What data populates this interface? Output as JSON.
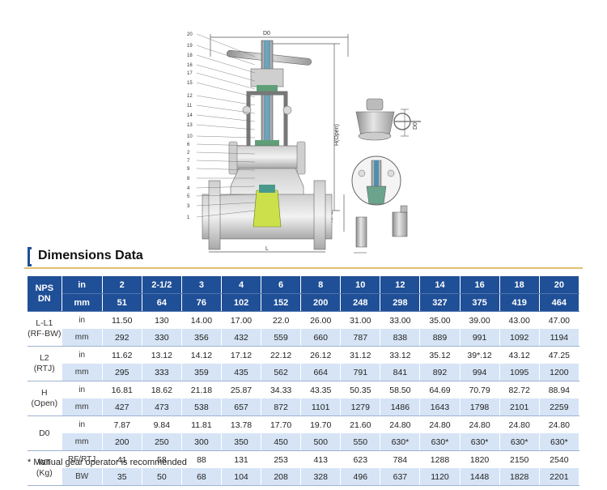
{
  "section_title": "Dimensions Data",
  "footnote": "* Manual gear operator is recommended",
  "drawing": {
    "part_numbers": [
      "20",
      "19",
      "18",
      "16",
      "17",
      "15",
      "12",
      "11",
      "14",
      "13",
      "10",
      "6",
      "2",
      "7",
      "9",
      "8",
      "4",
      "5",
      "3",
      "1"
    ],
    "labels": {
      "d0_top": "D0",
      "h_open": "H(Open)",
      "nps": "NPS",
      "l": "L",
      "l1": "L1",
      "d0_side": "D0"
    }
  },
  "table": {
    "header_label": "NPS\nDN",
    "nps_unit": "in",
    "dn_unit": "mm",
    "nps": [
      "2",
      "2-1/2",
      "3",
      "4",
      "6",
      "8",
      "10",
      "12",
      "14",
      "16",
      "18",
      "20"
    ],
    "dn": [
      "51",
      "64",
      "76",
      "102",
      "152",
      "200",
      "248",
      "298",
      "327",
      "375",
      "419",
      "464"
    ],
    "groups": [
      {
        "label": "L-L1\n(RF-BW)",
        "rows": [
          {
            "unit": "in",
            "values": [
              "11.50",
              "130",
              "14.00",
              "17.00",
              "22.0",
              "26.00",
              "31.00",
              "33.00",
              "35.00",
              "39.00",
              "43.00",
              "47.00"
            ]
          },
          {
            "unit": "mm",
            "values": [
              "292",
              "330",
              "356",
              "432",
              "559",
              "660",
              "787",
              "838",
              "889",
              "991",
              "1092",
              "1194"
            ]
          }
        ]
      },
      {
        "label": "L2\n(RTJ)",
        "rows": [
          {
            "unit": "in",
            "values": [
              "11.62",
              "13.12",
              "14.12",
              "17.12",
              "22.12",
              "26.12",
              "31.12",
              "33.12",
              "35.12",
              "39*.12",
              "43.12",
              "47.25"
            ]
          },
          {
            "unit": "mm",
            "values": [
              "295",
              "333",
              "359",
              "435",
              "562",
              "664",
              "791",
              "841",
              "892",
              "994",
              "1095",
              "1200"
            ]
          }
        ]
      },
      {
        "label": "H\n(Open)",
        "rows": [
          {
            "unit": "in",
            "values": [
              "16.81",
              "18.62",
              "21.18",
              "25.87",
              "34.33",
              "43.35",
              "50.35",
              "58.50",
              "64.69",
              "70.79",
              "82.72",
              "88.94"
            ]
          },
          {
            "unit": "mm",
            "values": [
              "427",
              "473",
              "538",
              "657",
              "872",
              "1101",
              "1279",
              "1486",
              "1643",
              "1798",
              "2101",
              "2259"
            ]
          }
        ]
      },
      {
        "label": "D0",
        "rows": [
          {
            "unit": "in",
            "values": [
              "7.87",
              "9.84",
              "11.81",
              "13.78",
              "17.70",
              "19.70",
              "21.60",
              "24.80",
              "24.80",
              "24.80",
              "24.80",
              "24.80"
            ]
          },
          {
            "unit": "mm",
            "values": [
              "200",
              "250",
              "300",
              "350",
              "450",
              "500",
              "550",
              "630*",
              "630*",
              "630*",
              "630*",
              "630*"
            ]
          }
        ]
      },
      {
        "label": "WT\n(Kg)",
        "rows": [
          {
            "unit": "RF/RTJ",
            "values": [
              "41",
              "58",
              "88",
              "131",
              "253",
              "413",
              "623",
              "784",
              "1288",
              "1820",
              "2150",
              "2540"
            ]
          },
          {
            "unit": "BW",
            "values": [
              "35",
              "50",
              "68",
              "104",
              "208",
              "328",
              "496",
              "637",
              "1120",
              "1448",
              "1828",
              "2201"
            ]
          }
        ]
      }
    ]
  }
}
